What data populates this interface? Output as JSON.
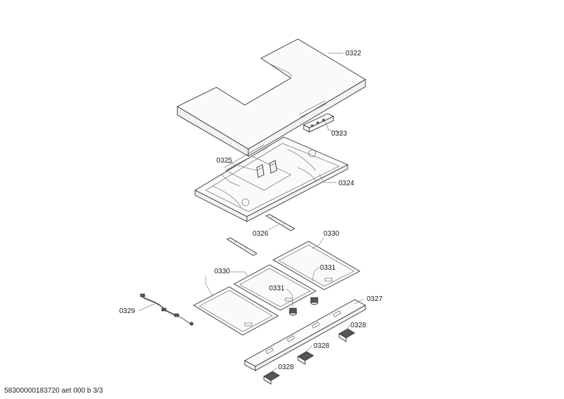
{
  "labels": {
    "p0322": "0322",
    "p0323": "0323",
    "p0324": "0324",
    "p0325": "0325",
    "p0326": "0326",
    "p0327": "0327",
    "p0328a": "0328",
    "p0328b": "0328",
    "p0328c": "0328",
    "p0329": "0329",
    "p0330a": "0330",
    "p0330b": "0330",
    "p0331a": "0331",
    "p0331b": "0331"
  },
  "footer": "58300000183720 aet 000 b 3/3"
}
